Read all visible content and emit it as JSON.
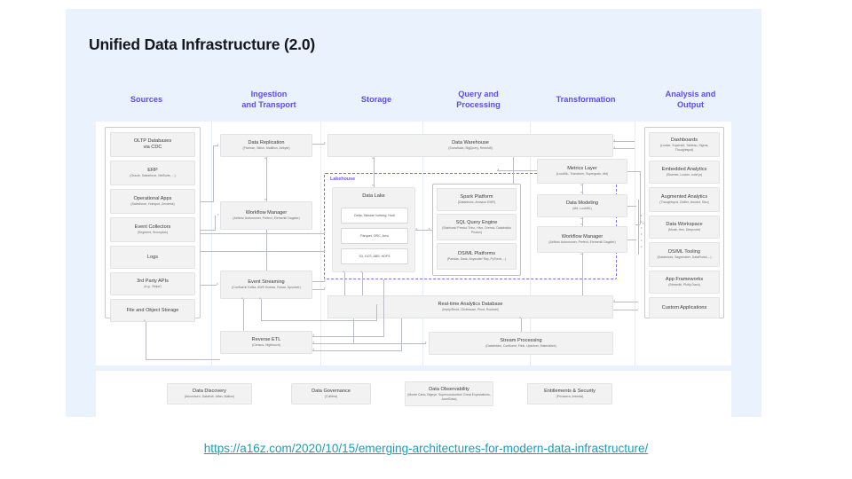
{
  "slide": {
    "title": "Unified Data Infrastructure (2.0)",
    "source_url": "https://a16z.com/2020/10/15/emerging-architectures-for-modern-data-infrastructure/",
    "accent_color": "#5b50e8",
    "link_color": "#1b9cb7",
    "background_color": "#eaf2fd",
    "panel_color": "#ffffff",
    "box_color": "#f2f2f2"
  },
  "columns": [
    {
      "id": "sources",
      "label": "Sources"
    },
    {
      "id": "ingestion",
      "label": "Ingestion\nand Transport",
      "line1": "Ingestion",
      "line2": "and Transport"
    },
    {
      "id": "storage",
      "label": "Storage"
    },
    {
      "id": "query",
      "label": "Query and\nProcessing",
      "line1": "Query and",
      "line2": "Processing"
    },
    {
      "id": "transformation",
      "label": "Transformation"
    },
    {
      "id": "analysis",
      "label": "Analysis and\nOutput",
      "line1": "Analysis and",
      "line2": "Output"
    }
  ],
  "sources": {
    "items": [
      {
        "title": "OLTP Databases\nvia CDC",
        "t1": "OLTP Databases",
        "t2": "via CDC",
        "sub": ""
      },
      {
        "title": "ERP",
        "t1": "ERP",
        "t2": "",
        "sub": "(Oracle, Salesforce, NetSuite, ...)"
      },
      {
        "title": "Operational Apps",
        "t1": "Operational Apps",
        "t2": "",
        "sub": "(Salesforce, Hubspot, Zendesk)"
      },
      {
        "title": "Event Collectors",
        "t1": "Event Collectors",
        "t2": "",
        "sub": "(Segment, Snowplow)"
      },
      {
        "title": "Logs",
        "t1": "Logs",
        "t2": "",
        "sub": ""
      },
      {
        "title": "3rd Party APIs",
        "t1": "3rd Party APIs",
        "t2": "",
        "sub": "(e.g., Stripe)"
      },
      {
        "title": "File and Object Storage",
        "t1": "File and Object Storage",
        "t2": "",
        "sub": ""
      }
    ]
  },
  "ingestion": {
    "items": [
      {
        "title": "Data Replication",
        "sub": "(Fivetran, Stitch, Matillion, Airbyte)"
      },
      {
        "title": "Workflow Manager",
        "sub": "(Airflow/ Astronomer, Prefect, Elementl/ Dagster)"
      },
      {
        "title": "Event Streaming",
        "sub": "(Confluent/ Kafka, AWS Kinesis, Pulsar, Upsolver)"
      },
      {
        "title": "Reverse ETL",
        "sub": "(Census, Hightouch)"
      }
    ]
  },
  "storage": {
    "data_warehouse": {
      "title": "Data Warehouse",
      "sub": "(Snowflake, BigQuery, Redshift)"
    },
    "lakehouse_label": "Lakehouse",
    "data_lake": {
      "title": "Data Lake",
      "layers": [
        "Delta, Tabular/ Iceberg, Hudi",
        "Parquet, ORC, Avro",
        "S3, GCS, ABS, HDFS"
      ]
    },
    "realtime_db": {
      "title": "Real-time Analytics Database",
      "sub": "(Imply/Druid, Clickhouse, Pinot, Rockset)"
    }
  },
  "query": {
    "items": [
      {
        "title": "Spark Platform",
        "sub": "(Databricks, Amazon EMR)"
      },
      {
        "title": "SQL Query Engine",
        "sub": "(Starburst/ Presto/ Trino, Hive, Dremio, Databricks Photon)"
      },
      {
        "title": "DS/ML Platforms",
        "sub": "(Pandas, Dask, Anyscale/ Ray, PyTorch,...)"
      }
    ],
    "stream_processing": {
      "title": "Stream Processing",
      "sub": "(Databricks, Confluent, Flink, Upsolver, Materialize)"
    }
  },
  "transformation": {
    "items": [
      {
        "title": "Metrics Layer",
        "sub": "(LookML, Transform, Supergrain, dbt)"
      },
      {
        "title": "Data Modeling",
        "sub": "(dbt, LookML)"
      },
      {
        "title": "Workflow Manager",
        "sub": "(Airflow/ Astronomer, Prefect, Elementl/ Dagster)"
      }
    ]
  },
  "analysis": {
    "items": [
      {
        "title": "Dashboards",
        "sub": "(Looker, Superset, Tableau, Sigma, Thoughtspot)"
      },
      {
        "title": "Embedded Analytics",
        "sub": "(Sisense, Looker, cube.js)"
      },
      {
        "title": "Augmented Analytics",
        "sub": "(Thoughtspot, Outlier, Anodot, Sisu)"
      },
      {
        "title": "Data Workspace",
        "sub": "(Mode, Hex, Deepnote)"
      },
      {
        "title": "DS/ML Tooling",
        "sub": "(Databricks, Sagemaker, DataRobot,...)"
      },
      {
        "title": "App Frameworks",
        "sub": "(Streamlit, Plotly Dash)"
      },
      {
        "title": "Custom Applications",
        "sub": ""
      }
    ]
  },
  "foundation": {
    "items": [
      {
        "title": "Data Discovery",
        "sub": "(Amundsen, Datahub, Atlan, Alation)"
      },
      {
        "title": "Data Governance",
        "sub": "(Collibra)"
      },
      {
        "title": "Data Observability",
        "sub": "(Monte Carlo, Bigeye, Superconductive/ Great Expectations, AccelData)"
      },
      {
        "title": "Entitlements & Security",
        "sub": "(Privacera, Immuta)"
      }
    ]
  }
}
